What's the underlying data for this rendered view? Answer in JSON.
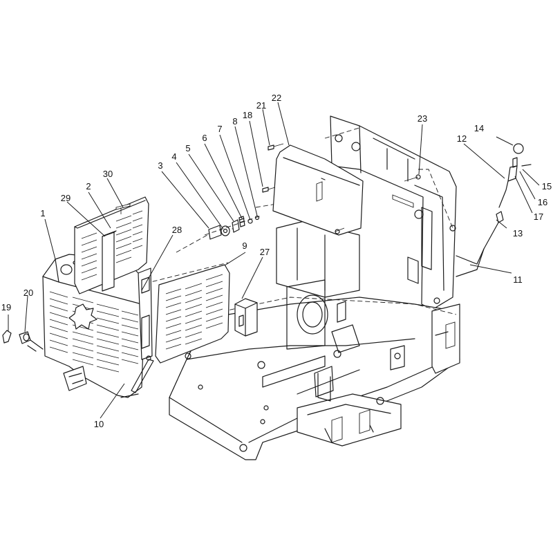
{
  "diagram": {
    "callouts": [
      {
        "id": "1",
        "label": "1"
      },
      {
        "id": "2",
        "label": "2"
      },
      {
        "id": "3",
        "label": "3"
      },
      {
        "id": "4",
        "label": "4"
      },
      {
        "id": "5",
        "label": "5"
      },
      {
        "id": "6",
        "label": "6"
      },
      {
        "id": "7",
        "label": "7"
      },
      {
        "id": "8",
        "label": "8"
      },
      {
        "id": "9",
        "label": "9"
      },
      {
        "id": "10",
        "label": "10"
      },
      {
        "id": "11",
        "label": "11"
      },
      {
        "id": "12",
        "label": "12"
      },
      {
        "id": "13",
        "label": "13"
      },
      {
        "id": "14",
        "label": "14"
      },
      {
        "id": "15",
        "label": "15"
      },
      {
        "id": "16",
        "label": "16"
      },
      {
        "id": "17",
        "label": "17"
      },
      {
        "id": "18",
        "label": "18"
      },
      {
        "id": "19",
        "label": "19"
      },
      {
        "id": "20",
        "label": "20"
      },
      {
        "id": "21",
        "label": "21"
      },
      {
        "id": "22",
        "label": "22"
      },
      {
        "id": "23",
        "label": "23"
      },
      {
        "id": "27",
        "label": "27"
      },
      {
        "id": "28",
        "label": "28"
      },
      {
        "id": "29",
        "label": "29"
      },
      {
        "id": "30",
        "label": "30"
      }
    ]
  }
}
